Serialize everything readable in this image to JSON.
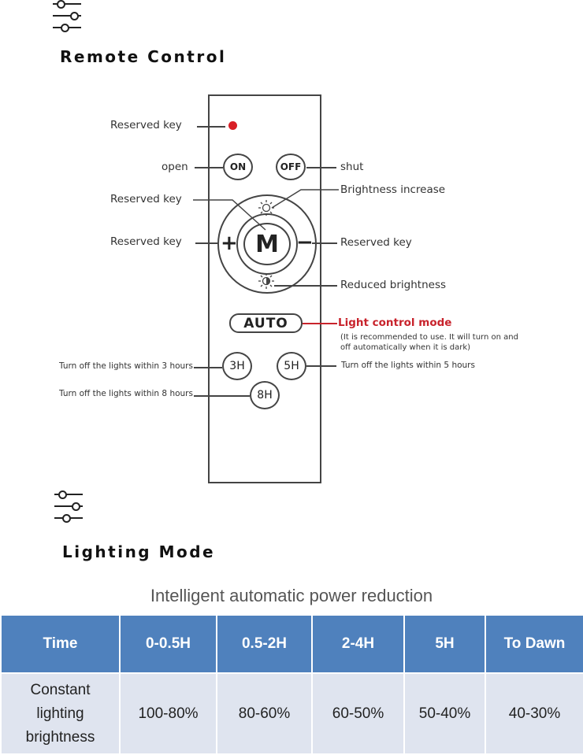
{
  "sections": {
    "remote_title": "Remote Control",
    "lighting_title": "Lighting Mode"
  },
  "remote": {
    "buttons": {
      "on": "ON",
      "off": "OFF",
      "mode": "M",
      "plus": "+",
      "minus": "−",
      "auto": "AUTO",
      "h3": "3H",
      "h5": "5H",
      "h8": "8H"
    },
    "labels": {
      "reserved_key_top": "Reserved key",
      "open": "open",
      "shut": "shut",
      "brightness_increase": "Brightness increase",
      "reserved_key_m": "Reserved key",
      "reserved_key_plus": "Reserved key",
      "reserved_key_minus": "Reserved key",
      "reduced_brightness": "Reduced brightness",
      "light_control_mode": "Light control mode",
      "light_control_note_1": "(It is recommended to use. It will turn on and",
      "light_control_note_2": "off automatically when it is dark)",
      "off_3h": "Turn off the lights within 3 hours",
      "off_5h": "Turn off the lights within 5 hours",
      "off_8h": "Turn off the lights within 8 hours"
    },
    "colors": {
      "led": "#d81f26",
      "accent_label": "#c8232c"
    }
  },
  "table": {
    "caption": "Intelligent automatic power reduction",
    "headers": [
      "Time",
      "0-0.5H",
      "0.5-2H",
      "2-4H",
      "5H",
      "To Dawn"
    ],
    "row": {
      "label_lines": [
        "Constant",
        "lighting",
        "brightness"
      ],
      "values": [
        "100-80%",
        "80-60%",
        "60-50%",
        "50-40%",
        "40-30%"
      ]
    },
    "colors": {
      "header_bg": "#4f81bd",
      "cell_bg": "#dfe4ef"
    }
  }
}
